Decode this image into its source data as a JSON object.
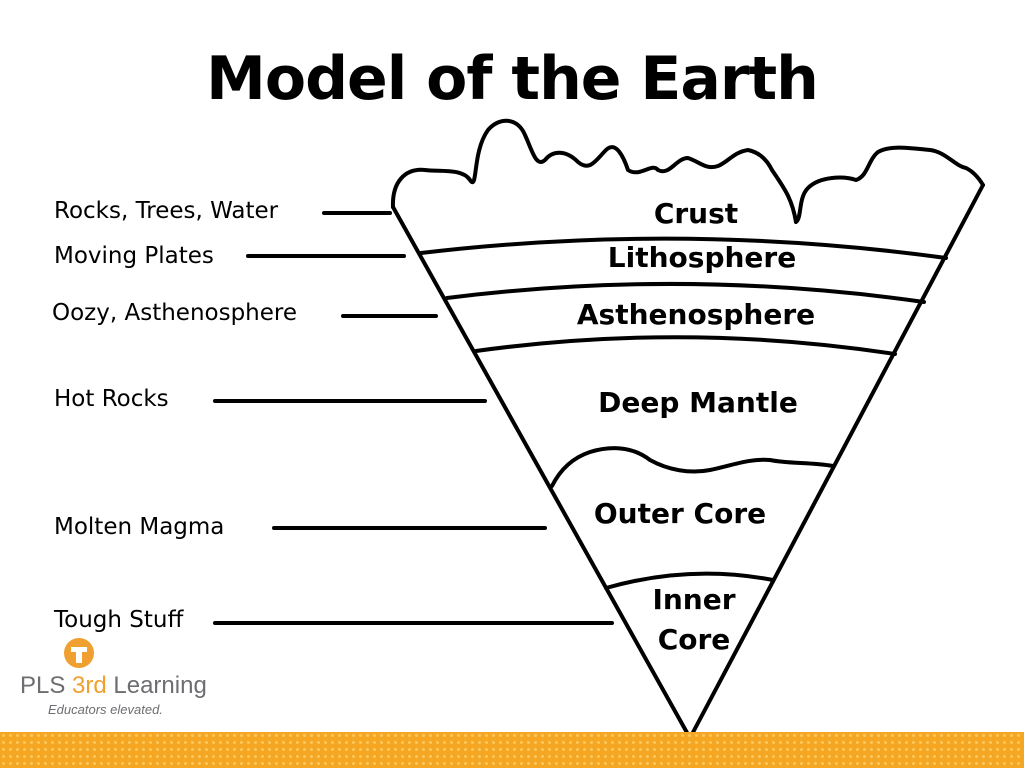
{
  "title": "Model of the Earth",
  "left_labels": [
    "Rocks, Trees, Water",
    "Moving Plates",
    "Oozy, Asthenosphere",
    "Hot Rocks",
    "Molten Magma",
    "Tough Stuff"
  ],
  "layers": {
    "crust": "Crust",
    "lithosphere": "Lithosphere",
    "asthenosphere": "Asthenosphere",
    "deep_mantle": "Deep Mantle",
    "outer_core": "Outer Core",
    "inner_core_line1": "Inner",
    "inner_core_line2": "Core"
  },
  "logo": {
    "name_prefix": "PLS ",
    "name_accent": "3rd",
    "name_suffix": " Learning",
    "tagline": "Educators elevated."
  },
  "colors": {
    "accent": "#f0a030",
    "footer": "#f5a623",
    "logo_gray": "#6d6e71"
  }
}
